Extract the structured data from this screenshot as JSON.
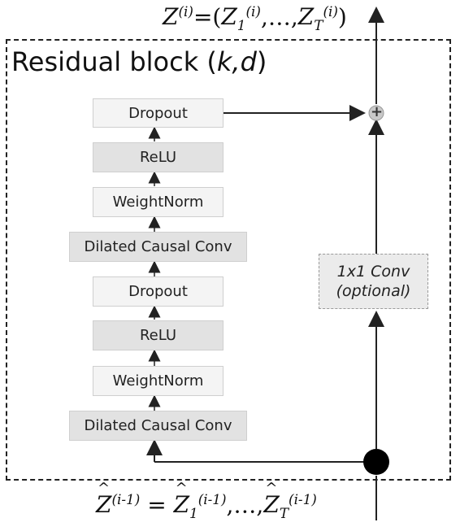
{
  "header": {
    "output_eq_lhs": "Z",
    "output_sup": "(i)",
    "output_eq_rhs_1": "Z",
    "output_sub_1": "1",
    "output_sup_1": "(i)",
    "output_ellipsis": ",…,",
    "output_eq_rhs_T": "Z",
    "output_sub_T": "T",
    "output_sup_T": "(i)"
  },
  "block": {
    "title_prefix": "Residual block (",
    "title_params": "k,d",
    "title_suffix": ")"
  },
  "layers": [
    {
      "label": "Dropout"
    },
    {
      "label": "ReLU"
    },
    {
      "label": "WeightNorm"
    },
    {
      "label": "Dilated Causal Conv"
    },
    {
      "label": "Dropout"
    },
    {
      "label": "ReLU"
    },
    {
      "label": "WeightNorm"
    },
    {
      "label": "Dilated Causal Conv"
    }
  ],
  "skip": {
    "line1": "1x1 Conv",
    "line2": "(optional)"
  },
  "sum_symbol": "+",
  "footer": {
    "input_lhs": "Z",
    "input_sup": "(i-1)",
    "input_eq": "=",
    "input_rhs_1": "Z",
    "input_sub_1": "1",
    "input_sup_1": "(i-1)",
    "input_ellipsis": ",…,",
    "input_rhs_T": "Z",
    "input_sub_T": "T",
    "input_sup_T": "(i-1)"
  },
  "colors": {
    "light_box": "#f4f4f4",
    "dark_box": "#e2e2e2",
    "line": "#222222"
  }
}
